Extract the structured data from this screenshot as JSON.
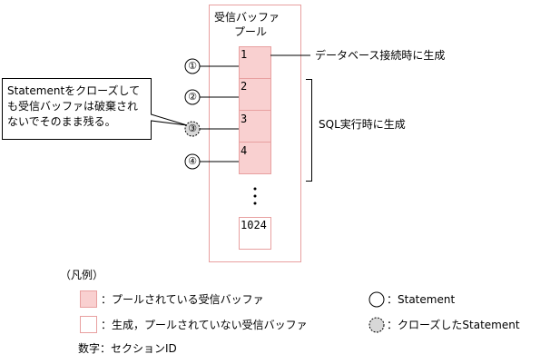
{
  "title": {
    "line1": "受信バッファ",
    "line2": "プール"
  },
  "buffers": [
    {
      "label": "1"
    },
    {
      "label": "2"
    },
    {
      "label": "3"
    },
    {
      "label": "4"
    },
    {
      "label": "1024"
    }
  ],
  "markers": [
    "①",
    "②",
    "③",
    "④"
  ],
  "labels": {
    "connect": "データベース接続時に生成",
    "sql": "SQL実行時に生成",
    "callout": [
      "Statementをクローズして",
      "も受信バッファは破棄され",
      "ないでそのまま残る。"
    ]
  },
  "legend": {
    "heading": "（凡例）",
    "pooled": "：プールされている受信バッファ",
    "unpooled": "：生成，プールされていない受信バッファ",
    "statement": "：Statement",
    "closed_statement": "：クローズしたStatement",
    "number_note": "数字：セクションID"
  },
  "colors": {
    "pool_border": "#e8a0a0",
    "buffer_fill": "#f9d0d0",
    "buffer_border": "#e8a0a0",
    "closed_fill": "#d8d8d8"
  }
}
